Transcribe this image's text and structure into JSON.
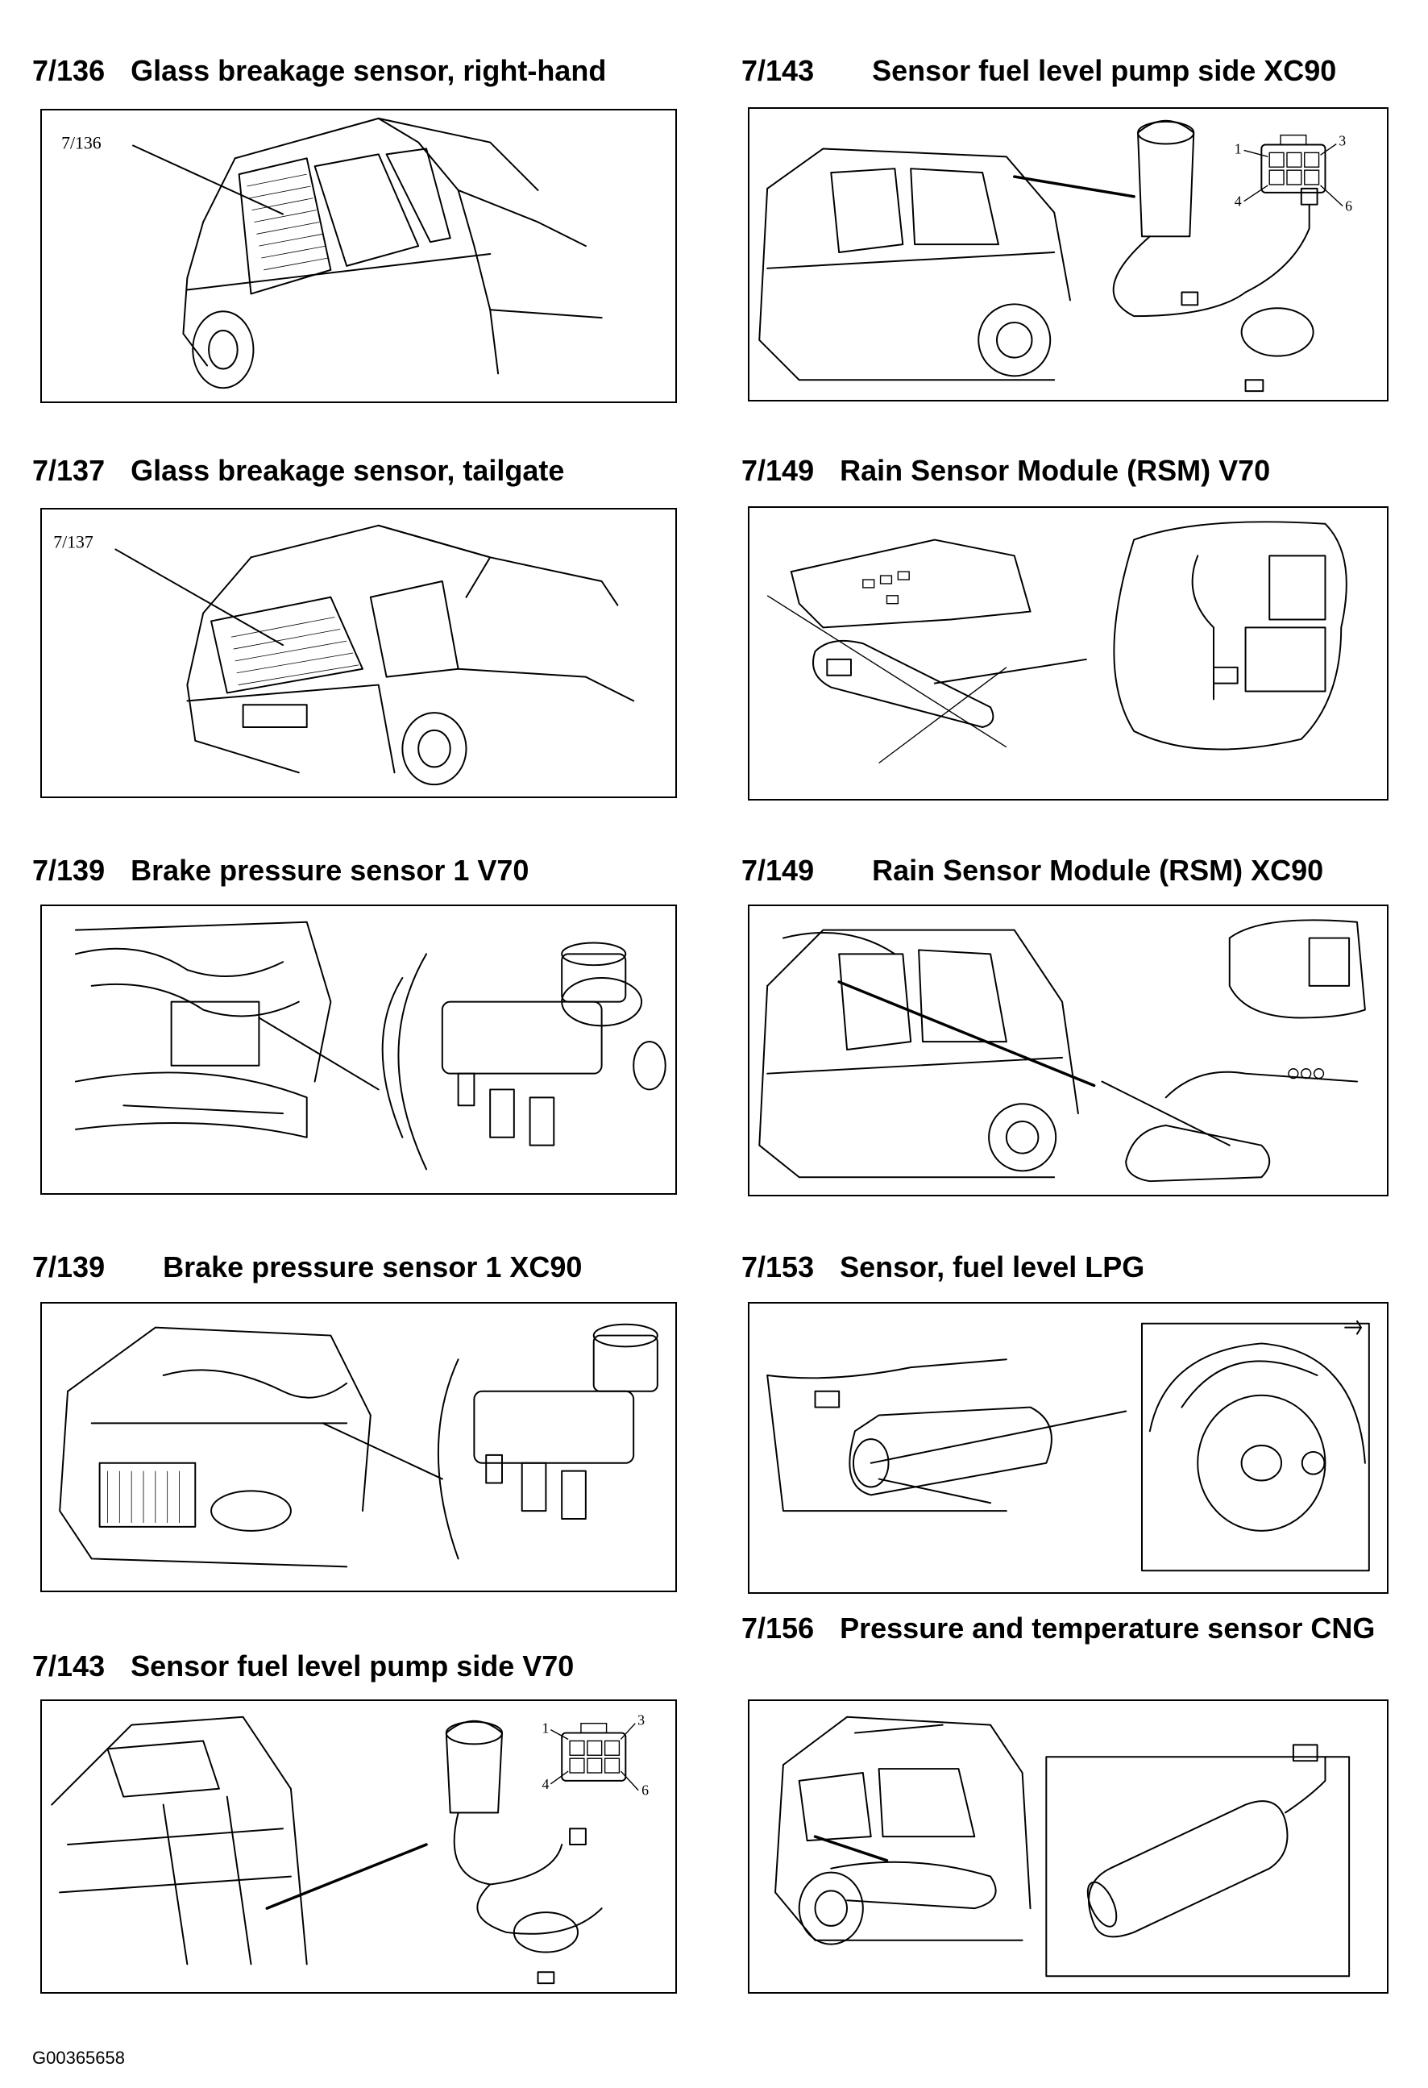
{
  "sections": [
    {
      "num": "7/136",
      "title": "Glass breakage sensor, right-hand",
      "callout": "7/136"
    },
    {
      "num": "7/143",
      "title": "Sensor fuel level pump side XC90",
      "pins": [
        "1",
        "3",
        "4",
        "6"
      ]
    },
    {
      "num": "7/137",
      "title": "Glass breakage sensor, tailgate",
      "callout": "7/137"
    },
    {
      "num": "7/149",
      "title": "Rain Sensor Module (RSM) V70"
    },
    {
      "num": "7/139",
      "title": "Brake pressure sensor 1 V70"
    },
    {
      "num": "7/149",
      "title": "Rain Sensor Module (RSM) XC90"
    },
    {
      "num": "7/139",
      "title": "Brake pressure sensor 1 XC90"
    },
    {
      "num": "7/153",
      "title": "Sensor, fuel level LPG"
    },
    {
      "num": "7/143",
      "title": "Sensor fuel level pump side V70",
      "pins": [
        "1",
        "3",
        "4",
        "6"
      ]
    },
    {
      "num": "7/156",
      "title": "Pressure and temperature sensor CNG"
    }
  ],
  "document_id": "G00365658"
}
